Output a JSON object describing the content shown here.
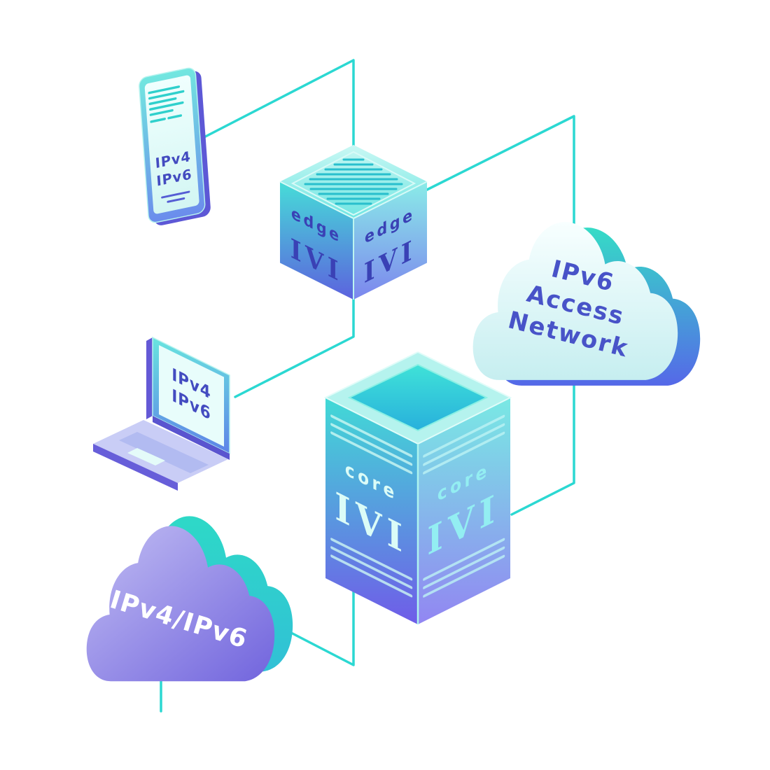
{
  "title": "IVI IPv4/IPv6 translation network diagram",
  "colors": {
    "background": "#ffffff",
    "connector": "#2bd8d2",
    "device_text": "#434bc0",
    "cube_text": "#3a41b5",
    "cloud_text": "#4853c8",
    "transit_cloud_text": "#ffffff",
    "server_text_left": "#dbfcf7",
    "server_text_right": "#93eef2",
    "accent_teal": "#35dcc6",
    "accent_indigo": "#5c62de"
  },
  "nodes": {
    "smartphone": {
      "labels": [
        "IPv4",
        "IPv6"
      ]
    },
    "laptop": {
      "labels": [
        "IPv4",
        "IPv6"
      ]
    },
    "edge_router": {
      "faces": [
        {
          "title": "edge",
          "brand": "IVI"
        },
        {
          "title": "edge",
          "brand": "IVI"
        }
      ]
    },
    "core_router": {
      "faces": [
        {
          "title": "core",
          "brand": "IVI"
        },
        {
          "title": "core",
          "brand": "IVI"
        }
      ]
    },
    "access_cloud": {
      "lines": [
        "IPv6",
        "Access",
        "Network"
      ]
    },
    "transit_cloud": {
      "label": "IPv4/IPv6"
    }
  }
}
